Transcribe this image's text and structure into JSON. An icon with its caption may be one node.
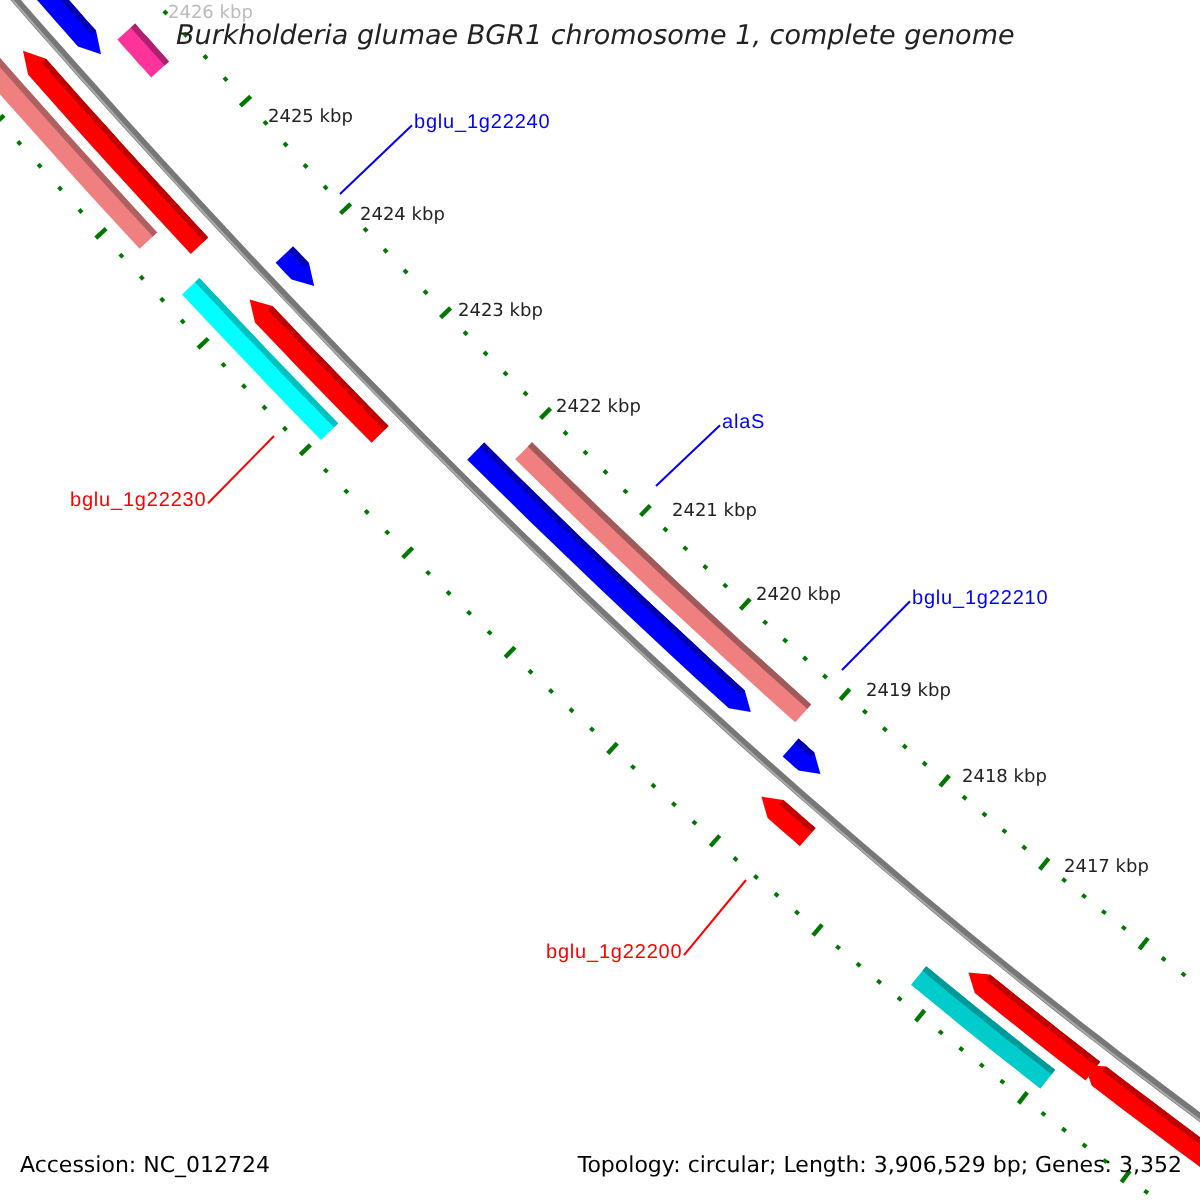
{
  "diagram": {
    "title": "Burkholderia glumae BGR1 chromosome 1, complete genome",
    "nodes": [
      {
        "text": [
          "bglu_1g22240"
        ]
      },
      {
        "text": [
          "bglu_1g22230"
        ]
      },
      {
        "text": [
          "alaS"
        ]
      },
      {
        "text": [
          "bglu_1g22210"
        ]
      },
      {
        "text": [
          "bglu_1g22200"
        ]
      }
    ],
    "edges": [
      {
        "from": 0,
        "to": null,
        "arrow": "none"
      },
      {
        "from": 1,
        "to": null,
        "arrow": "none",
        "color": "#ff0000"
      },
      {
        "from": 2,
        "to": null,
        "arrow": "none"
      },
      {
        "from": 3,
        "to": null,
        "arrow": "none"
      },
      {
        "from": 4,
        "to": null,
        "arrow": "none",
        "color": "#ff0000"
      }
    ],
    "labels": [
      "2426 kbp",
      "2425 kbp",
      "2424 kbp",
      "2423 kbp",
      "2422 kbp",
      "2421 kbp",
      "2420 kbp",
      "2419 kbp",
      "2418 kbp",
      "2417 kbp",
      "Accession: NC_012724",
      "Topology: circular; Length: 3,906,529 bp; Genes: 3,352"
    ]
  }
}
